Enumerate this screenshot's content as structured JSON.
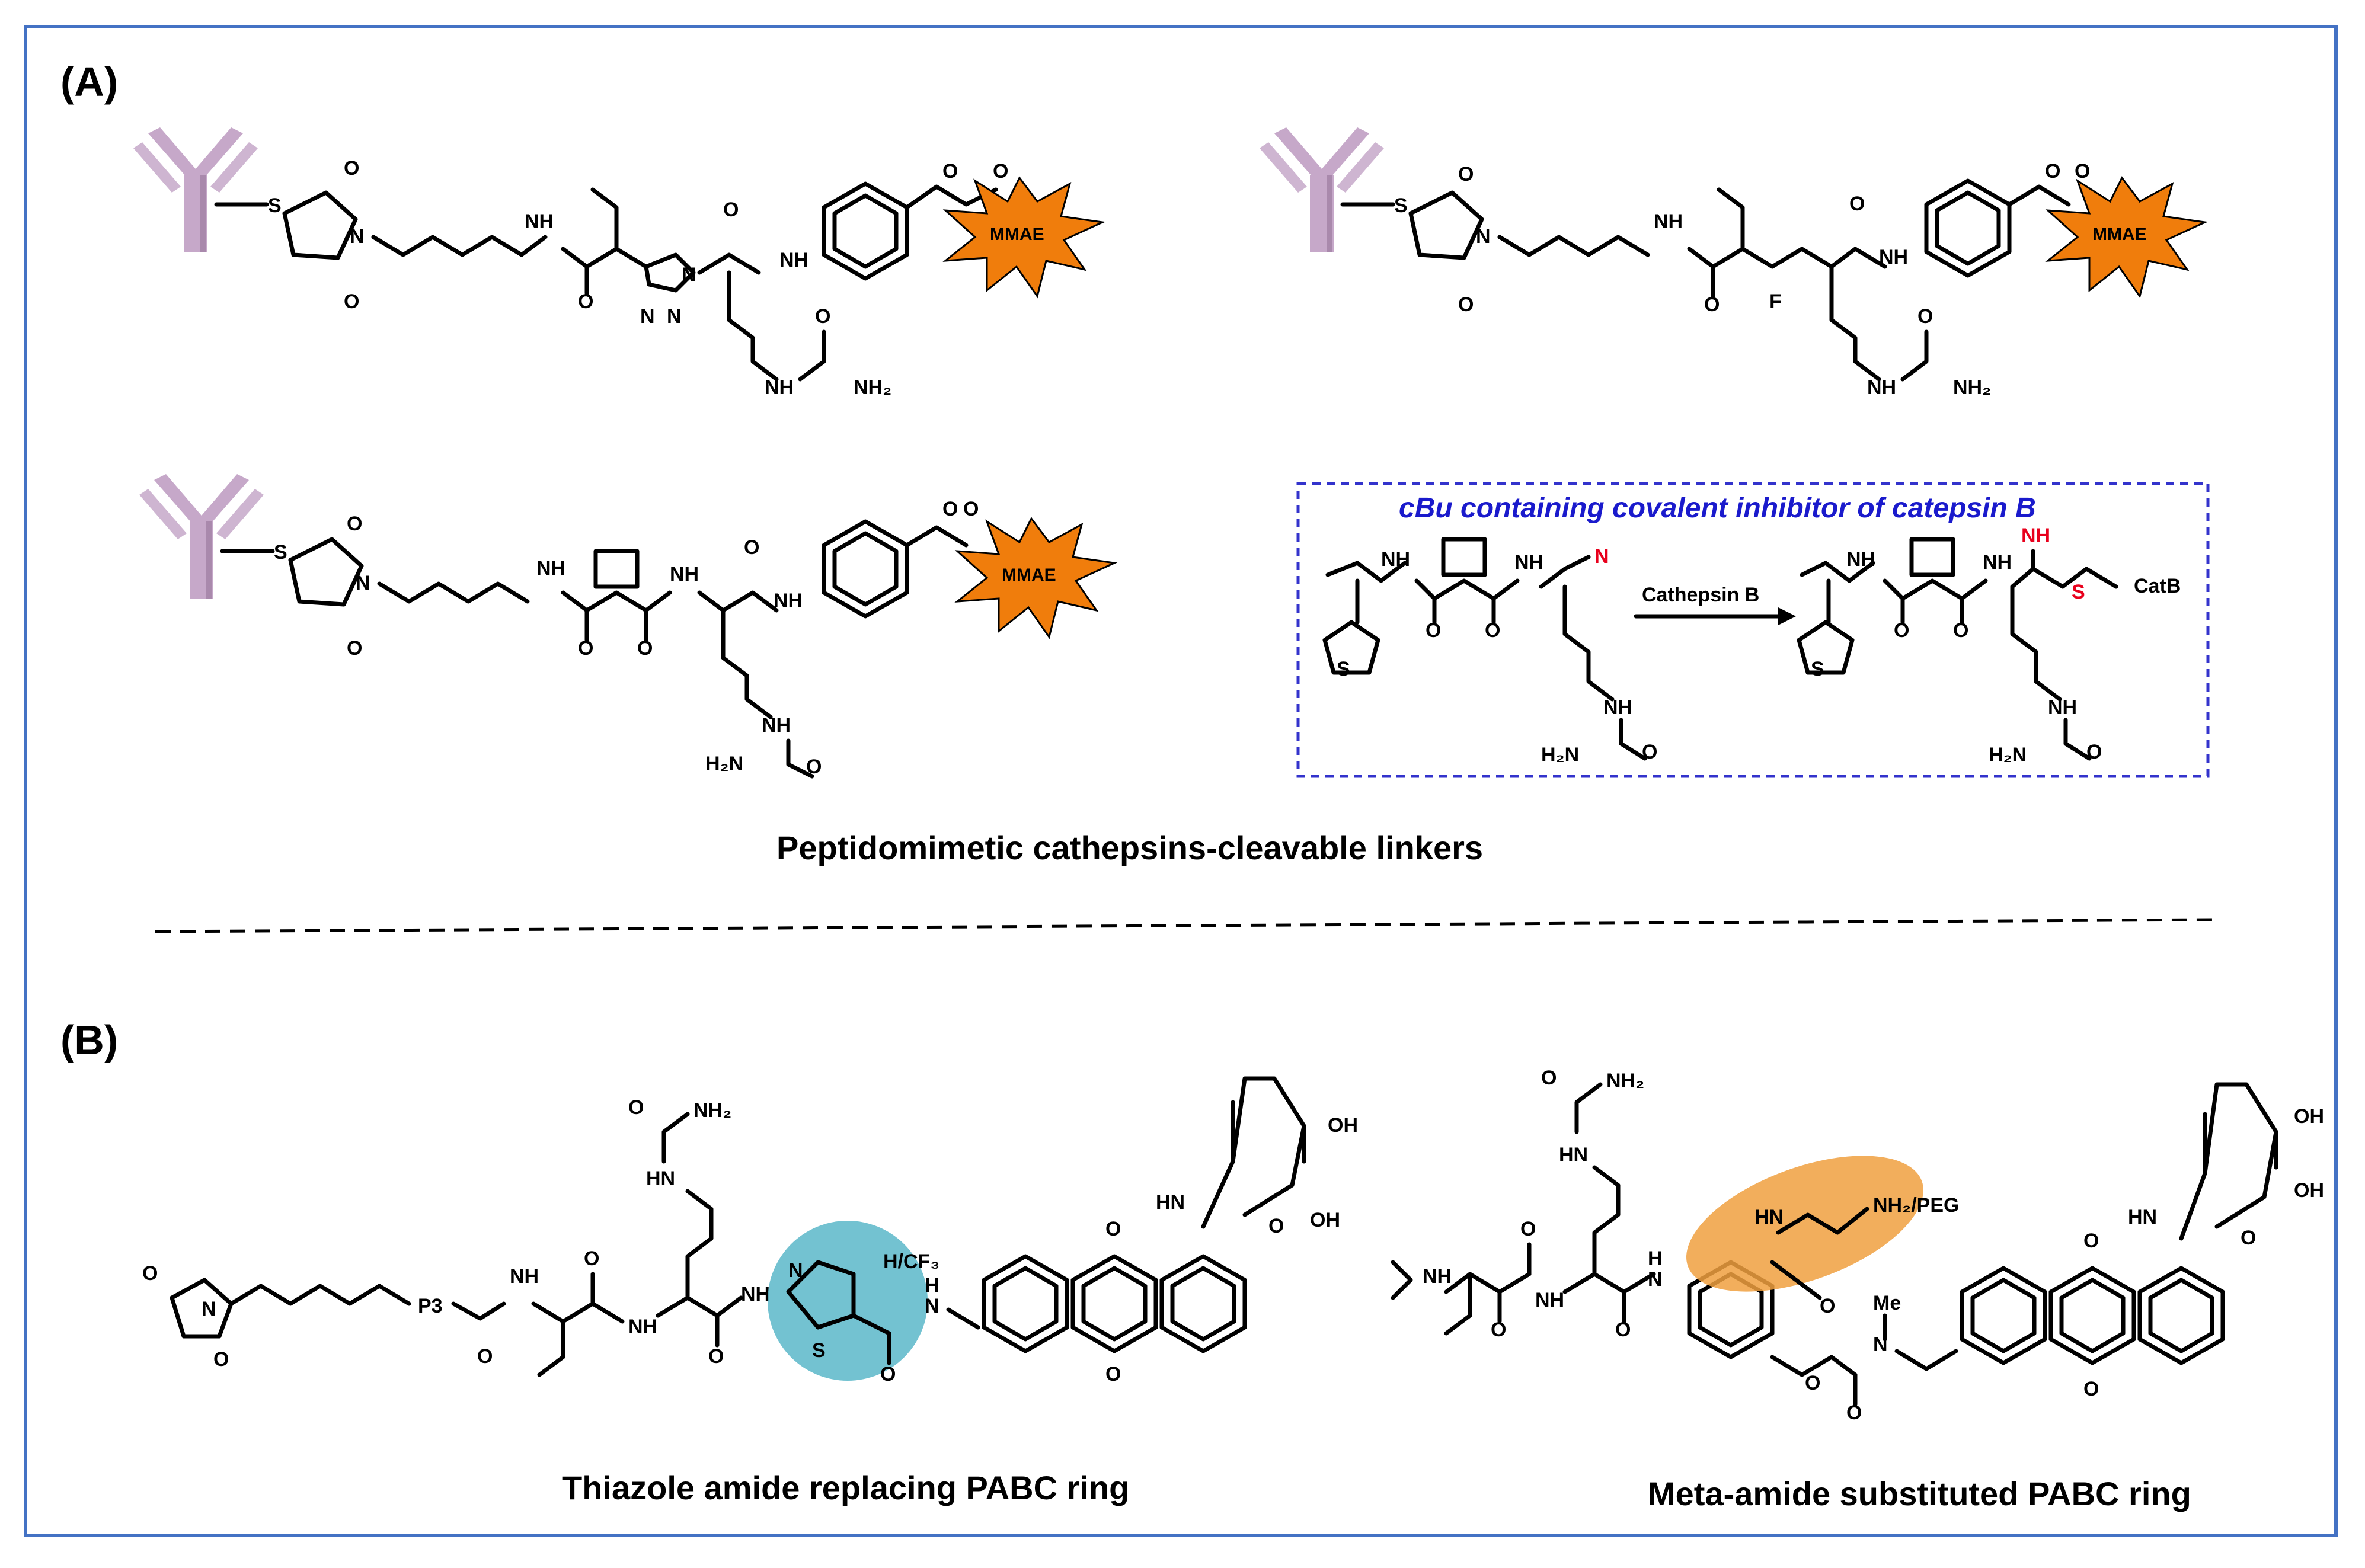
{
  "panels": {
    "a_label": "(A)",
    "b_label": "(B)"
  },
  "captions": {
    "panel_a": "Peptidomimetic cathepsins-cleavable linkers",
    "panel_b_left": "Thiazole amide replacing PABC ring",
    "panel_b_right": "Meta-amide substituted PABC ring"
  },
  "inset": {
    "title": "cBu containing covalent inhibitor of catepsin B",
    "arrow_label": "Cathepsin B"
  },
  "atoms": {
    "S": "S",
    "N": "N",
    "O": "O",
    "F": "F",
    "NH": "NH",
    "HN": "HN",
    "NH2": "NH₂",
    "H2N": "H₂N",
    "H": "H",
    "triazole_N": "N",
    "CatB": "CatB",
    "P3": "P3",
    "H_CF3": "H/CF₃",
    "NH2_PEG": "NH₂/PEG",
    "Me": "Me",
    "OH": "OH"
  },
  "payload_label": "MMAE",
  "colors": {
    "frame": "#4472c4",
    "antibody": "#c6a8c9",
    "mmae_star": "#f07d0c",
    "inset_border": "#3333cc",
    "inset_title": "#1a1acc",
    "nitrile_red": "#e8001c",
    "thiazole_highlight": "#5ab7c9",
    "meta_amide_highlight": "#f0a040"
  },
  "icons": [
    "antibody-icon",
    "mmae-starburst-icon"
  ]
}
